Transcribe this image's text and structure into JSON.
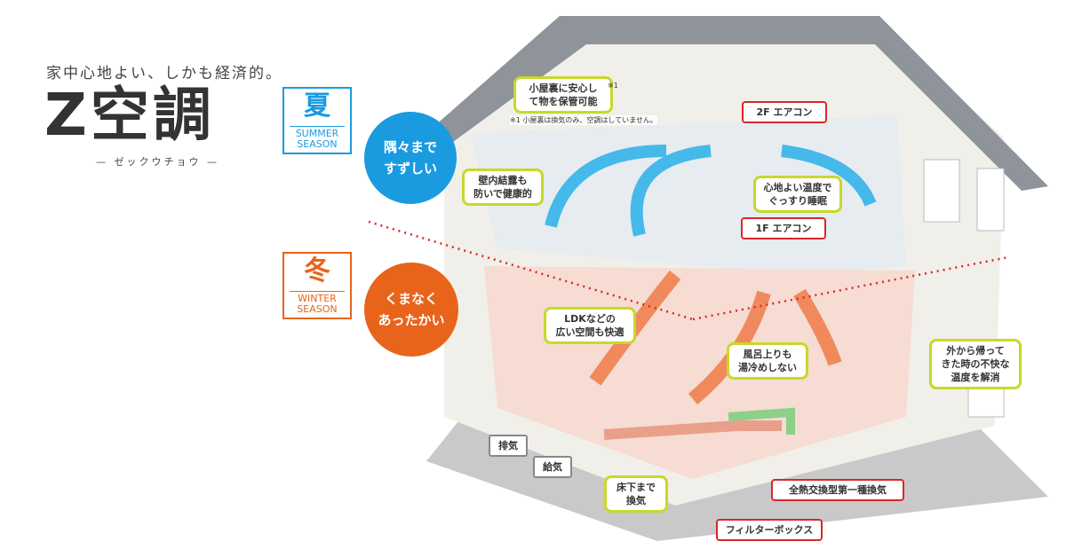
{
  "brand": {
    "tagline": "家中心地よい、しかも経済的。",
    "logo": "Z空調",
    "reading": "— ゼックウチョウ —"
  },
  "seasons": {
    "summer": {
      "kanji": "夏",
      "en1": "SUMMER",
      "en2": "SEASON",
      "color": "#1a9be0",
      "circle1": "隅々まで",
      "circle2": "すずしい"
    },
    "winter": {
      "kanji": "冬",
      "en1": "WINTER",
      "en2": "SEASON",
      "color": "#e8641b",
      "circle1": "くまなく",
      "circle2": "あったかい"
    }
  },
  "callouts": {
    "attic1": "小屋裏に安心し",
    "attic2": "て物を保管可能",
    "attic_mark": "※1",
    "attic_note": "※1 小屋裏は換気のみ、空調はしていません。",
    "ac2f": "2F エアコン",
    "ac1f": "1F エアコン",
    "wall1": "壁内結露も",
    "wall2": "防いで健康的",
    "sleep1": "心地よい温度で",
    "sleep2": "ぐっすり睡眠",
    "ldk1": "LDKなどの",
    "ldk2": "広い空間も快適",
    "bath1": "風呂上りも",
    "bath2": "湯冷めしない",
    "home1": "外から帰って",
    "home2": "きた時の不快な",
    "home3": "温度を解消",
    "exhaust": "排気",
    "supply": "給気",
    "floor1": "床下まで",
    "floor2": "換気",
    "erv": "全熱交換型第一種換気",
    "filter": "フィルターボックス"
  },
  "colors": {
    "summer": "#1a9be0",
    "winter": "#e8641b",
    "callout_border": "#c8d82a",
    "label_border": "#d9262c"
  }
}
